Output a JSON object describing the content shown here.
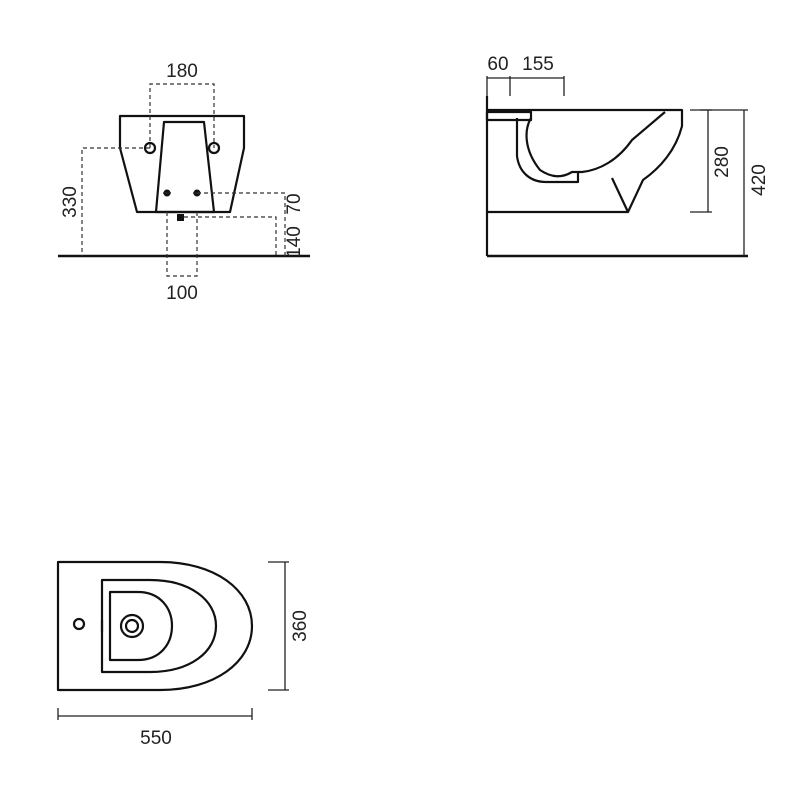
{
  "front_view": {
    "width_top": "180",
    "height_total": "330",
    "height_a": "70",
    "height_b": "140",
    "drain_width": "100"
  },
  "side_view": {
    "offset_a": "60",
    "offset_b": "155",
    "height_inner": "280",
    "height_total": "420"
  },
  "top_view": {
    "depth": "360",
    "length": "550"
  },
  "colors": {
    "line": "#111111",
    "background": "#ffffff"
  }
}
